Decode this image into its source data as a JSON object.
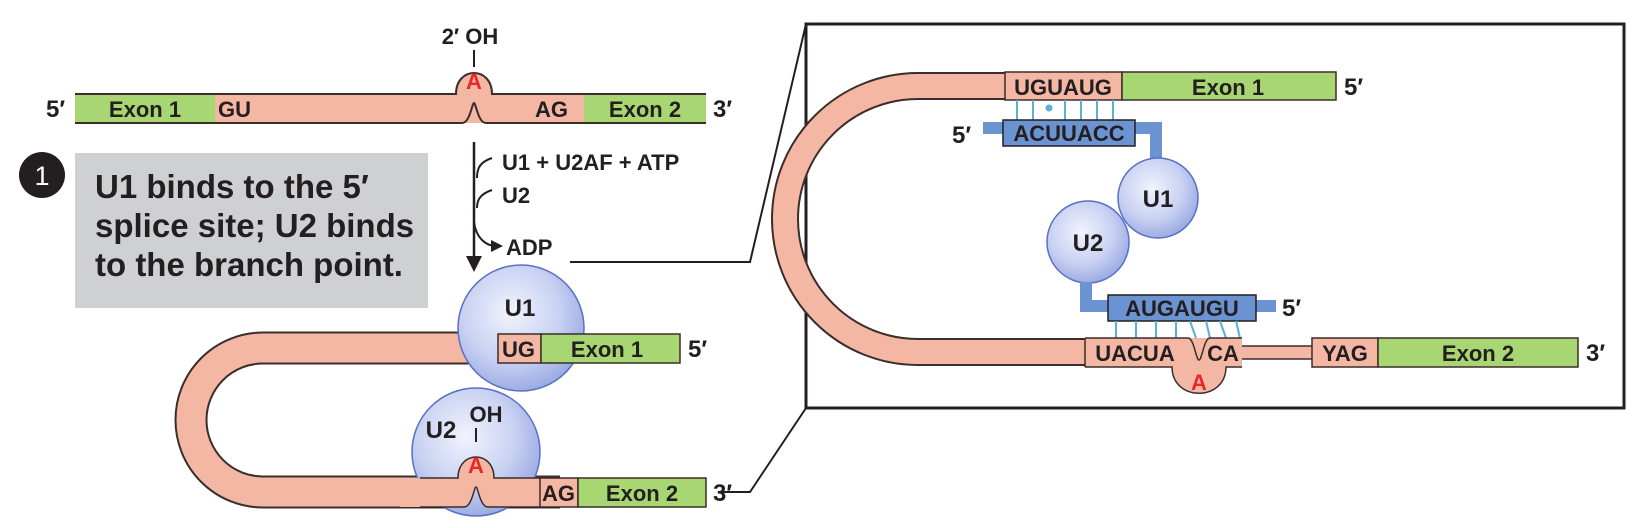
{
  "step": {
    "number": "1",
    "lines": [
      "U1 binds to the 5′",
      "splice site; U2 binds",
      "to the branch point."
    ]
  },
  "top_pre_mrna": {
    "oh_label": "2′ OH",
    "branch_label": "A",
    "five_prime": "5′",
    "three_prime": "3′",
    "exon1": "Exon 1",
    "gu": "GU",
    "ag": "AG",
    "exon2": "Exon 2"
  },
  "reaction": {
    "line1": "U1 + U2AF + ATP",
    "line2": "U2",
    "product": "ADP"
  },
  "complex": {
    "u1": "U1",
    "u2": "U2",
    "oh": "OH",
    "branch": "A",
    "ug": "UG",
    "exon1": "Exon 1",
    "five_prime": "5′",
    "ag": "AG",
    "exon2": "Exon 2",
    "three_prime": "3′"
  },
  "inset": {
    "uguaug": "UGUAUG",
    "exon1": "Exon 1",
    "five_prime_top": "5′",
    "u1_rna_five": "5′",
    "acuuacc": "ACUUACC",
    "u1": "U1",
    "u2": "U2",
    "augaugu": "AUGAUGU",
    "u2_rna_five": "5′",
    "uacua": "UACUA",
    "ca": "CA",
    "branch": "A",
    "yag": "YAG",
    "exon2": "Exon 2",
    "three_prime": "3′"
  },
  "colors": {
    "rna": "#f4b7a4",
    "rna_edge": "#3a2d2a",
    "exon": "#a8d672",
    "snrna": "#6b93d2",
    "snrnp_fill": "#c3cdf0",
    "snrnp_edge": "#5a70c4",
    "pairing": "#5ab0d8",
    "panel": "#cfd0d2",
    "branch_a": "#e8262b"
  }
}
